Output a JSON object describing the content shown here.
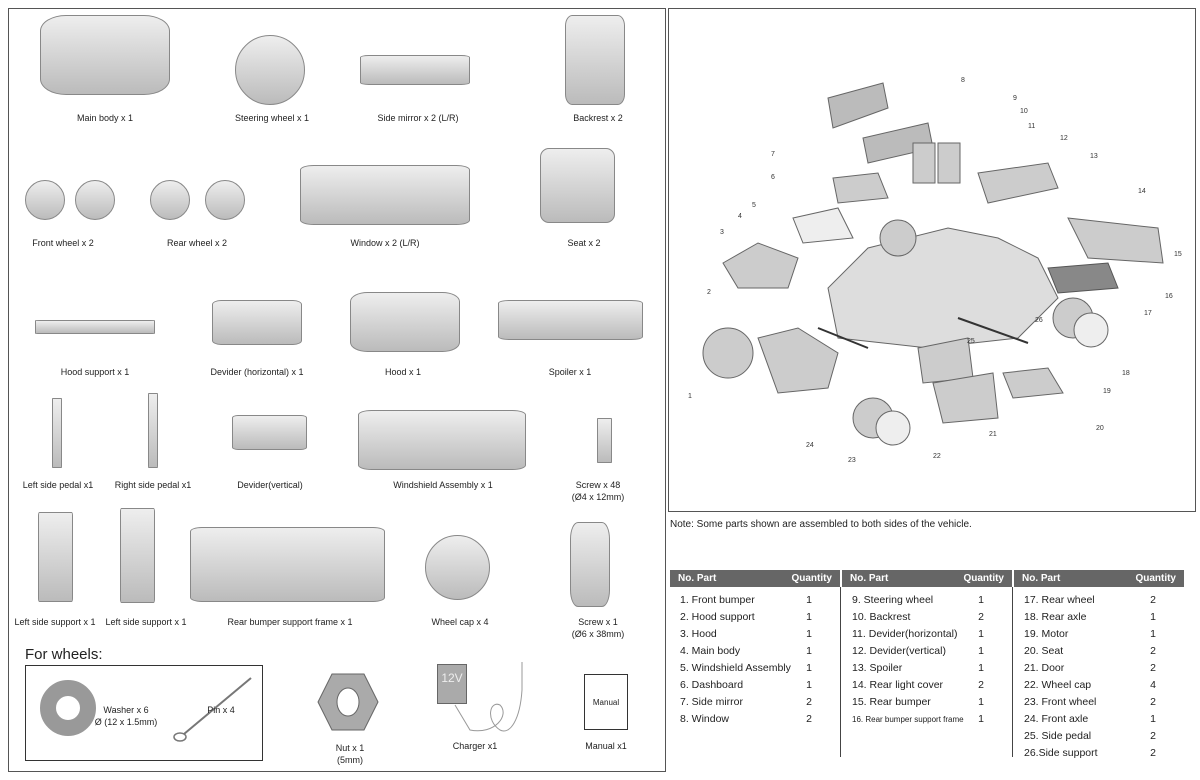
{
  "parts": [
    {
      "label": "Main body x 1"
    },
    {
      "label": "Steering wheel x 1"
    },
    {
      "label": "Side mirror x 2 (L/R)"
    },
    {
      "label": "Backrest x 2"
    },
    {
      "label": "Front wheel x 2"
    },
    {
      "label": "Rear wheel x 2"
    },
    {
      "label": "Window x 2 (L/R)"
    },
    {
      "label": "Seat x 2"
    },
    {
      "label": "Hood support x 1"
    },
    {
      "label": "Devider (horizontal) x 1"
    },
    {
      "label": "Hood x 1"
    },
    {
      "label": "Spoiler x 1"
    },
    {
      "label": "Left  side pedal x1"
    },
    {
      "label": "Right side pedal x1"
    },
    {
      "label": "Devider(vertical)"
    },
    {
      "label": "Windshield  Assembly x 1"
    },
    {
      "label": "Screw x 48",
      "sub": "(Ø4 x 12mm)"
    },
    {
      "label": "Left side support x 1"
    },
    {
      "label": "Left side support x 1"
    },
    {
      "label": "Rear bumper support frame x 1"
    },
    {
      "label": "Wheel cap x 4"
    },
    {
      "label": "Screw x 1",
      "sub": "(Ø6 x 38mm)"
    }
  ],
  "for_wheels": {
    "title": "For wheels:",
    "washer": "Washer x 6",
    "washer_sub": "Ø (12 x 1.5mm)",
    "pin": "Pin x 4"
  },
  "nut": {
    "label": "Nut x 1",
    "sub": "(5mm)"
  },
  "charger": {
    "label": "Charger x1",
    "voltage": "12V"
  },
  "manual": {
    "label": "Manual x1",
    "cover": "Manual"
  },
  "diagram_numbers": [
    "1",
    "2",
    "3",
    "4",
    "5",
    "6",
    "7",
    "8",
    "9",
    "10",
    "11",
    "12",
    "13",
    "14",
    "15",
    "16",
    "17",
    "18",
    "19",
    "20",
    "21",
    "22",
    "23",
    "24",
    "25",
    "26"
  ],
  "note": "Note: Some parts shown are assembled to both sides of the vehicle.",
  "table": {
    "header": {
      "no_part": "No. Part",
      "quantity": "Quantity"
    },
    "columns": [
      [
        [
          "1. Front bumper",
          "1"
        ],
        [
          "2. Hood support",
          "1"
        ],
        [
          "3. Hood",
          "1"
        ],
        [
          "4. Main body",
          "1"
        ],
        [
          "5. Windshield  Assembly",
          "1"
        ],
        [
          "6. Dashboard",
          "1"
        ],
        [
          "7. Side  mirror",
          "2"
        ],
        [
          "8. Window",
          "2"
        ]
      ],
      [
        [
          "9. Steering wheel",
          "1"
        ],
        [
          "10. Backrest",
          "2"
        ],
        [
          "11. Devider(horizontal)",
          "1"
        ],
        [
          "12. Devider(vertical)",
          "1"
        ],
        [
          "13. Spoiler",
          "1"
        ],
        [
          "14. Rear light cover",
          "2"
        ],
        [
          "15. Rear bumper",
          "1"
        ],
        [
          "16. Rear bumper support frame",
          "1"
        ]
      ],
      [
        [
          "17. Rear wheel",
          "2"
        ],
        [
          "18. Rear axle",
          "1"
        ],
        [
          "19. Motor",
          "1"
        ],
        [
          "20. Seat",
          "2"
        ],
        [
          "21. Door",
          "2"
        ],
        [
          "22. Wheel cap",
          "4"
        ],
        [
          "23. Front wheel",
          "2"
        ],
        [
          "24. Front axle",
          "1"
        ],
        [
          "25. Side pedal",
          "2"
        ],
        [
          "26.Side support",
          "2"
        ]
      ]
    ]
  }
}
